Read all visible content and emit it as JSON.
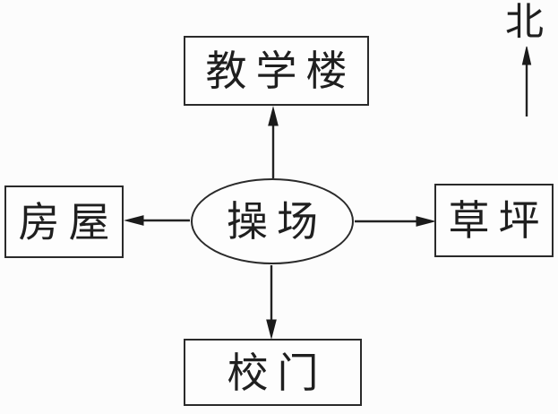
{
  "diagram": {
    "description": "school layout direction diagram",
    "compass": {
      "label": "北"
    },
    "nodes": {
      "center": {
        "label": "操场",
        "shape": "ellipse"
      },
      "north": {
        "label": "教学楼",
        "shape": "rect"
      },
      "west": {
        "label": "房屋",
        "shape": "rect"
      },
      "east": {
        "label": "草坪",
        "shape": "rect"
      },
      "south": {
        "label": "校门",
        "shape": "rect"
      }
    },
    "edges": [
      {
        "from": "center",
        "to": "north",
        "direction": "up"
      },
      {
        "from": "center",
        "to": "west",
        "direction": "left"
      },
      {
        "from": "center",
        "to": "east",
        "direction": "right"
      },
      {
        "from": "center",
        "to": "south",
        "direction": "down"
      }
    ],
    "colors": {
      "line": "#222222",
      "background": "#fcfcfc",
      "text": "#1f1f1f"
    }
  }
}
